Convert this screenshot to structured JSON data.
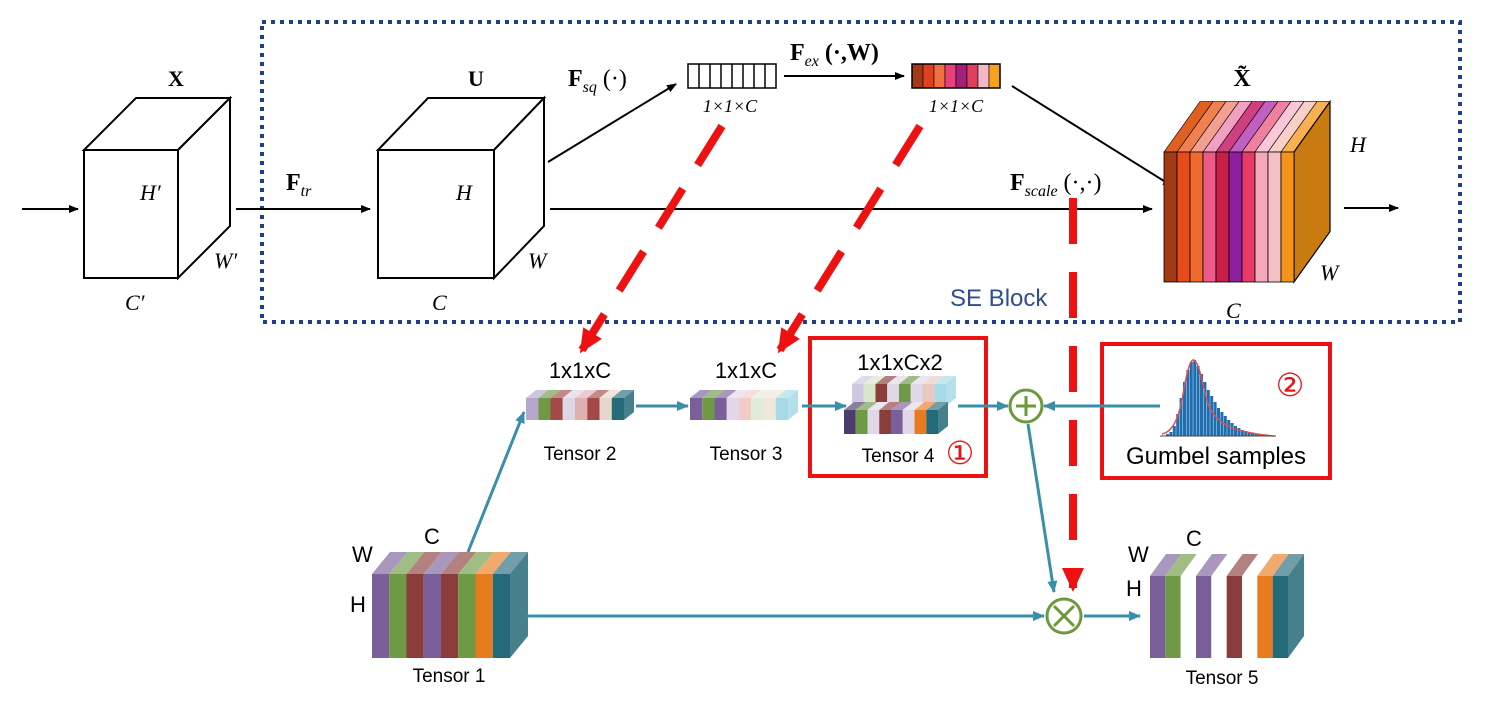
{
  "se_block": {
    "label": "SE Block",
    "label_color": "#2f4f8f",
    "border_color": "#1f3e8c",
    "input_label": "X",
    "input_dims": {
      "h": "H′",
      "w": "W′",
      "c": "C′"
    },
    "ftr": {
      "base": "F",
      "sub": "tr"
    },
    "mid_label": "U",
    "mid_dims": {
      "h": "H",
      "w": "W",
      "c": "C"
    },
    "fsq": {
      "base": "F",
      "sub": "sq",
      "args": " (·)"
    },
    "fex": {
      "base": "F",
      "sub": "ex",
      "args": " (·,W)"
    },
    "vec1_label": "1×1×C",
    "vec2_label": "1×1×C",
    "fscale": {
      "base": "F",
      "sub": "scale",
      "args": " (·,·)"
    },
    "output_label": "X̃",
    "output_dims": {
      "h": "H",
      "w": "W",
      "c": "C"
    },
    "vec2_colors": [
      "#a33a16",
      "#e0401c",
      "#f07040",
      "#e8407a",
      "#a0207a",
      "#e04060",
      "#f2b8c8",
      "#f8a020"
    ],
    "output_colors": [
      "#a33a16",
      "#e84a1a",
      "#f06a30",
      "#ee5a88",
      "#c81e48",
      "#8e1e9e",
      "#e83a66",
      "#f6a8bc",
      "#f4c2c4",
      "#f4941a"
    ],
    "output_side_color": "#c97a10",
    "output_top_colors": [
      "#e06020",
      "#f08050",
      "#f4a090",
      "#f0a0c0",
      "#d04080",
      "#c060c0",
      "#f080a0",
      "#f8c8d8",
      "#f8d0c8",
      "#f8b050"
    ]
  },
  "bottom": {
    "tensor1": {
      "label": "Tensor 1",
      "w": "W",
      "c": "C",
      "h": "H"
    },
    "tensor2": {
      "label": "Tensor 2",
      "dim": "1x1xC"
    },
    "tensor3": {
      "label": "Tensor 3",
      "dim": "1x1xC"
    },
    "tensor4": {
      "label": "Tensor 4",
      "dim": "1x1xCx2",
      "marker": "①"
    },
    "tensor5": {
      "label": "Tensor 5",
      "w": "W",
      "c": "C",
      "h": "H"
    },
    "gumbel": {
      "label": "Gumbel samples",
      "marker": "②"
    },
    "plus_symbol": "⊕",
    "times_symbol": "⊗",
    "flow_color": "#3a8fa8",
    "op_color": "#6a9a3a",
    "highlight_color": "#ee1111",
    "hist_color": "#1f6fb0",
    "tensor1_colors": [
      "#7a5f9a",
      "#6f9a45",
      "#8a3d3b",
      "#7a5f9a",
      "#8a3d3b",
      "#6f9a45",
      "#e97b1f",
      "#256a79"
    ],
    "tensor2_colors": [
      "#b5a8cc",
      "#6f9a45",
      "#a34a48",
      "#dcd6e6",
      "#e0b0b0",
      "#a34a48",
      "#e8d6cc",
      "#256a79"
    ],
    "tensor3_colors": [
      "#7a5f9a",
      "#6f9a45",
      "#7a5f9a",
      "#e0d8e8",
      "#f0ccc8",
      "#dfecd8",
      "#f0e6dc",
      "#a6dbe6"
    ],
    "tensor4_top_colors": [
      "#cfc6e0",
      "#d8e6cc",
      "#8a3d3b",
      "#e0d8e8",
      "#6f9a45",
      "#e0d8e8",
      "#e8c8c0",
      "#a6dbe6"
    ],
    "tensor4_bot_colors": [
      "#4a3d6a",
      "#6f9a45",
      "#e0d8e8",
      "#8a3d3b",
      "#7a5f9a",
      "#e0d8e8",
      "#e97b1f",
      "#256a79"
    ],
    "tensor5_colors": [
      "#7a5f9a",
      "#6f9a45",
      "#ffffff",
      "#7a5f9a",
      "#ffffff",
      "#8a3d3b",
      "#ffffff",
      "#e97b1f",
      "#256a79"
    ]
  }
}
